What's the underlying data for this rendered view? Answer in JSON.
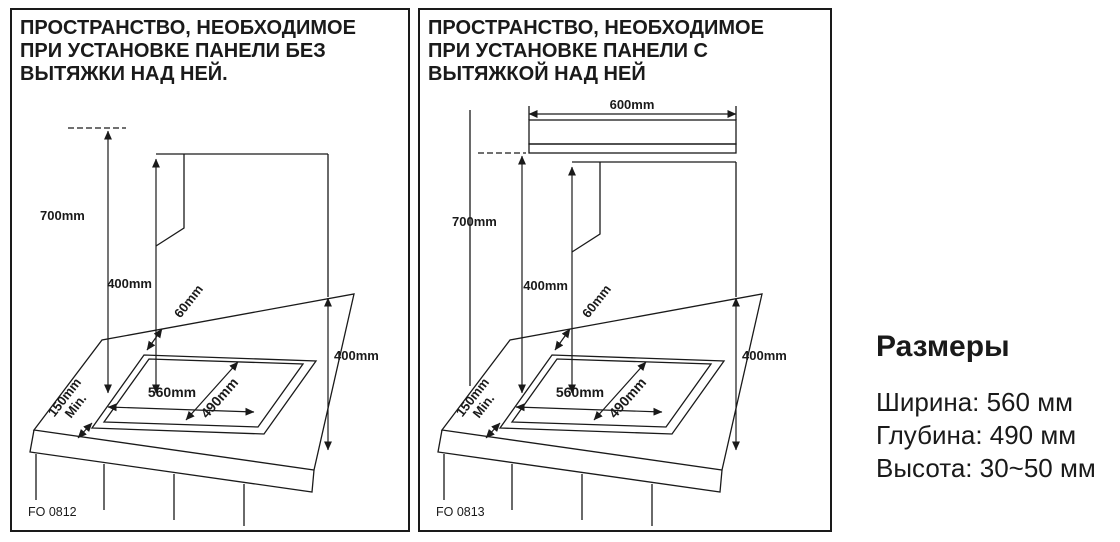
{
  "page": {
    "background": "#ffffff",
    "line_color": "#1a1a1a",
    "hood_fill": "#a8a8a8"
  },
  "panel_left": {
    "title_lines": [
      "ПРОСТРАНСТВО, НЕОБХОДИМОЕ",
      "ПРИ УСТАНОВКЕ ПАНЕЛИ БЕЗ",
      "ВЫТЯЖКИ НАД НЕЙ."
    ],
    "figure_code": "FO 0812",
    "dims": {
      "height_clearance": "700mm",
      "wall_clearance": "400mm",
      "back_gap": "60mm",
      "side_clearance": "400mm",
      "left_gap_value": "150mm",
      "left_gap_min": "Min.",
      "cutout_width": "560mm",
      "cutout_depth": "490mm"
    }
  },
  "panel_right": {
    "title_lines": [
      "ПРОСТРАНСТВО, НЕОБХОДИМОЕ",
      "ПРИ УСТАНОВКЕ ПАНЕЛИ С",
      "ВЫТЯЖКОЙ НАД НЕЙ"
    ],
    "figure_code": "FO 0813",
    "dims": {
      "hood_width": "600mm",
      "height_clearance": "700mm",
      "wall_clearance": "400mm",
      "back_gap": "60mm",
      "side_clearance": "400mm",
      "left_gap_value": "150mm",
      "left_gap_min": "Min.",
      "cutout_width": "560mm",
      "cutout_depth": "490mm"
    }
  },
  "info": {
    "heading": "Размеры",
    "lines": [
      "Ширина: 560 мм",
      "Глубина: 490 мм",
      "Высота: 30~50 мм"
    ]
  }
}
